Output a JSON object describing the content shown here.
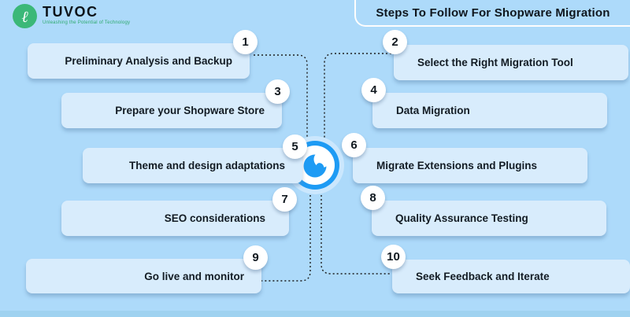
{
  "brand": {
    "name": "TUVOC",
    "tagline": "Unleashing the Potential of Technology",
    "glyph": "ℓ"
  },
  "header": {
    "title": "Steps To Follow For Shopware Migration"
  },
  "center": {
    "icon": "shopware-logo"
  },
  "colors": {
    "background": "#addafa",
    "card": "#d8ecfc",
    "accent_blue": "#1e9bf4",
    "brand_green": "#3bb878",
    "text_dark": "#10181f"
  },
  "steps": [
    {
      "number": "1",
      "label": "Preliminary Analysis and Backup"
    },
    {
      "number": "2",
      "label": "Select the Right Migration Tool"
    },
    {
      "number": "3",
      "label": "Prepare your Shopware Store"
    },
    {
      "number": "4",
      "label": "Data Migration"
    },
    {
      "number": "5",
      "label": "Theme and design adaptations"
    },
    {
      "number": "6",
      "label": "Migrate Extensions and Plugins"
    },
    {
      "number": "7",
      "label": "SEO considerations"
    },
    {
      "number": "8",
      "label": "Quality Assurance Testing"
    },
    {
      "number": "9",
      "label": "Go live and monitor"
    },
    {
      "number": "10",
      "label": "Seek Feedback and Iterate"
    }
  ]
}
